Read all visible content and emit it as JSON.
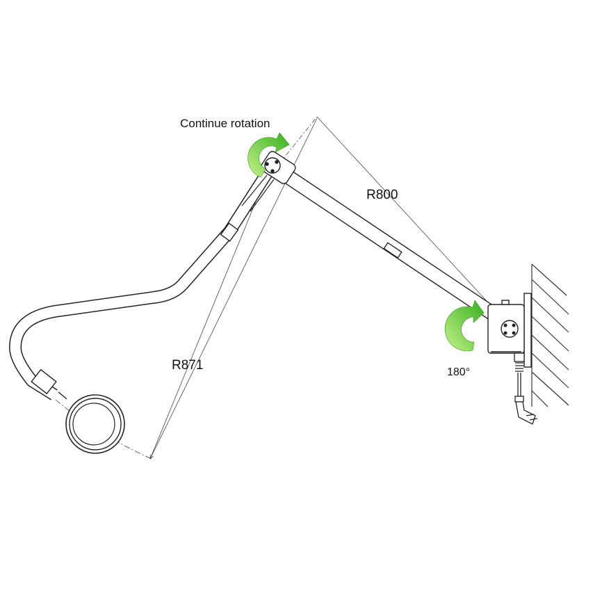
{
  "labels": {
    "continue_rotation": "Continue rotation",
    "radius_upper": "R800",
    "radius_lower": "R871",
    "angle": "180°"
  },
  "icons": {
    "rotation_arrow_upper": "rotate-arrow-icon",
    "rotation_arrow_base": "rotate-arrow-icon"
  },
  "colors": {
    "line": "#1a1a1a",
    "arrow_light": "#b8ef7a",
    "arrow_dark": "#3cb51f"
  }
}
